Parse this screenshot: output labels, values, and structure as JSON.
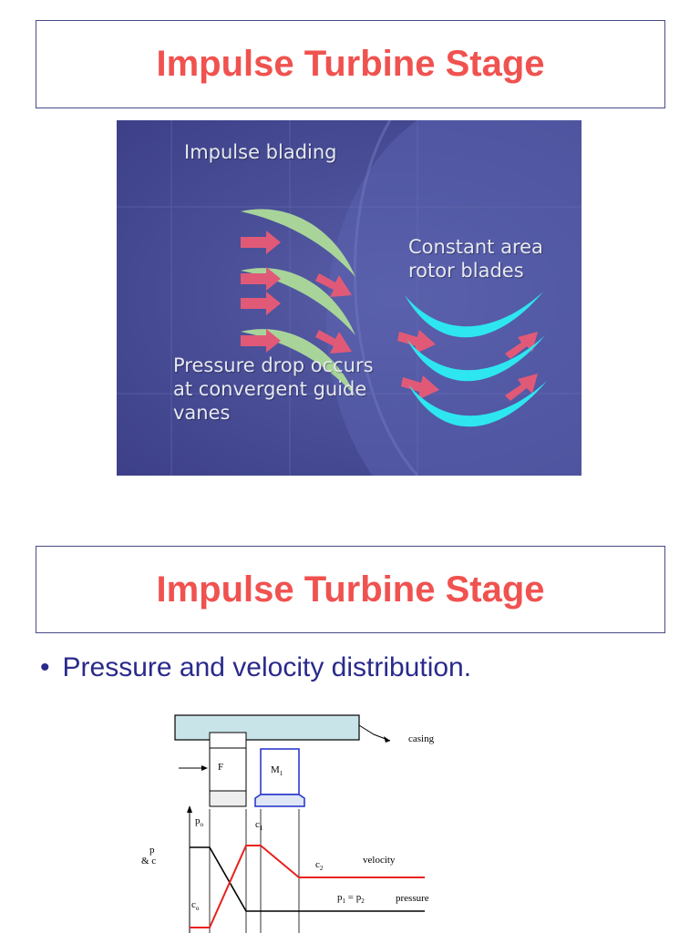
{
  "slide1": {
    "title": "Impulse Turbine Stage",
    "photo": {
      "label_impulse_blading": "Impulse blading",
      "label_constant_area": "Constant area rotor blades",
      "label_pressure_drop": "Pressure drop occurs at convergent guide vanes"
    }
  },
  "slide2": {
    "title": "Impulse Turbine Stage",
    "bullet": "Pressure and velocity distribution.",
    "diagram": {
      "casing_label": "casing",
      "fixed_label": "F",
      "moving_label": "M",
      "moving_sub": "1",
      "y_label_p": "p",
      "y_label_and": "& c",
      "p0": "p",
      "p0_sub": "o",
      "c0": "c",
      "c0_sub": "o",
      "c1": "c",
      "c1_sub": "1",
      "c2": "c",
      "c2_sub": "2",
      "p_equal": "p",
      "p_equal_sub1": "1",
      "p_equal_mid": " = p",
      "p_equal_sub2": "2",
      "velocity_label": "velocity",
      "pressure_label": "pressure"
    }
  },
  "colors": {
    "title": "#f0524f",
    "bullet": "#2a2a8c",
    "photo_bg": "#4a4f98",
    "guide_vane": "#a8d49a",
    "rotor_blade": "#2ee6f0",
    "flow_arrow": "#e05a78",
    "casing": "#c8e4e8",
    "moving_blade": "#1f2fc8",
    "velocity_line": "#e8221e",
    "pressure_line": "#000000"
  }
}
